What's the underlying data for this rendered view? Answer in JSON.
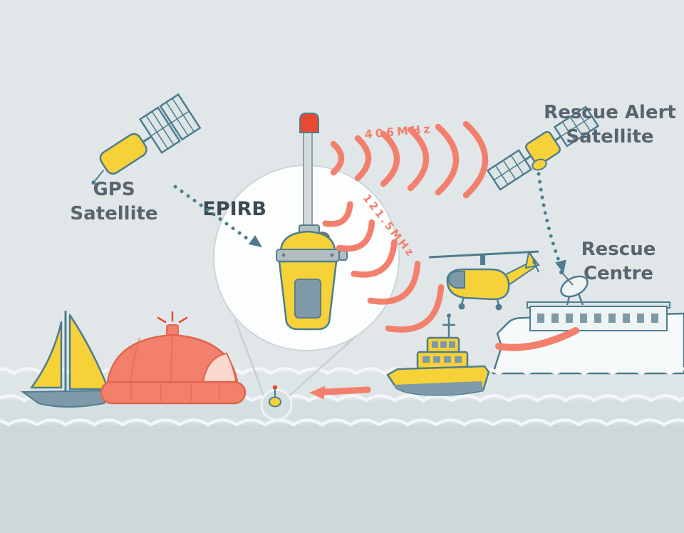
{
  "labels": {
    "gps_line1": "GPS",
    "gps_line2": "Satellite",
    "alert_line1": "Rescue Alert",
    "alert_line2": "Satellite",
    "centre_line1": "Rescue",
    "centre_line2": "Centre",
    "epirb": "EPIRB",
    "freq_406": "406MHz",
    "freq_121": "121.5MHz"
  },
  "colors": {
    "background": "#e1e7e9",
    "sea_deep": "#cdd8da",
    "sea_band1": "#dde5e7",
    "sea_band2": "#d4dfe1",
    "wave": "#f3f7f8",
    "yellow": "#f6d137",
    "salmon": "#f3806c",
    "red": "#e84a31",
    "teal": "#4e7d8f",
    "panel": "#dce4e6",
    "window": "#7e9aa8",
    "label_text": "#5a646e",
    "epirb_label": "#3d4a53",
    "cliff": "#f7fafa",
    "building": "#eef3f4",
    "gray_band": "#b3bec2",
    "antenna_gray": "#d5dcde"
  }
}
